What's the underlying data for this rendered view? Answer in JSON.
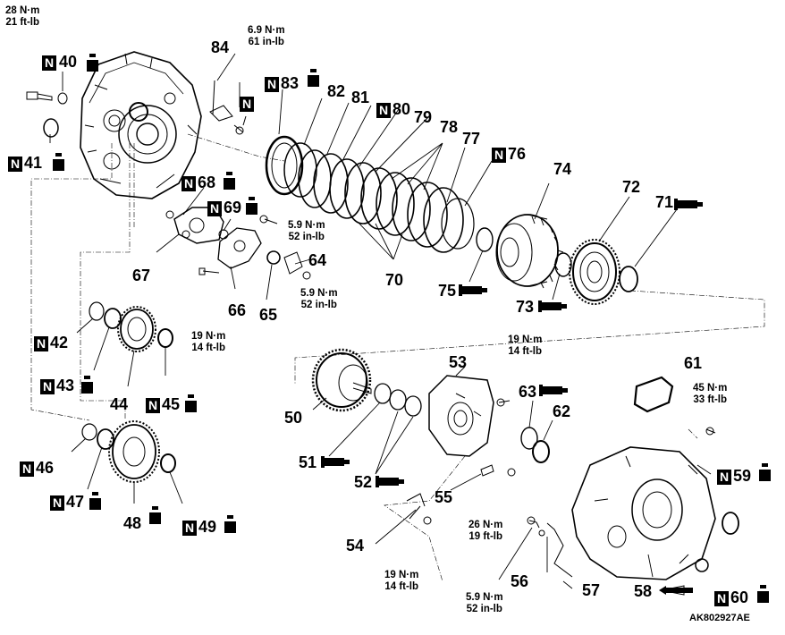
{
  "diagram_code": "AK802927AE",
  "torques": {
    "t40": "28 N·m\n21 ft-lb",
    "t84": "6.9 N·m\n61 in-lb",
    "t69": "5.9 N·m\n52 in-lb",
    "t64": "5.9 N·m\n52 in-lb",
    "t66": "19 N·m\n14 ft-lb",
    "t53": "19 N·m\n14 ft-lb",
    "t61": "45 N·m\n33 ft-lb",
    "t55": "26 N·m\n19 ft-lb",
    "t54": "19 N·m\n14 ft-lb",
    "t56": "5.9 N·m\n52 in-lb"
  },
  "parts": {
    "p40": "40",
    "p41": "41",
    "p42": "42",
    "p43": "43",
    "p44": "44",
    "p45": "45",
    "p46": "46",
    "p47": "47",
    "p48": "48",
    "p49": "49",
    "p50": "50",
    "p51": "51",
    "p52": "52",
    "p53": "53",
    "p54": "54",
    "p55": "55",
    "p56": "56",
    "p57": "57",
    "p58": "58",
    "p59": "59",
    "p60": "60",
    "p61": "61",
    "p62": "62",
    "p63": "63",
    "p64": "64",
    "p65": "65",
    "p66": "66",
    "p67": "67",
    "p68": "68",
    "p69": "69",
    "p70": "70",
    "p71": "71",
    "p72": "72",
    "p73": "73",
    "p74": "74",
    "p75": "75",
    "p76": "76",
    "p77": "77",
    "p78": "78",
    "p79": "79",
    "p80": "80",
    "p81": "81",
    "p82": "82",
    "p83": "83",
    "p84": "84"
  },
  "icons": {
    "new_part": "N",
    "grease": "grease-tube-icon",
    "sealant": "sealant-bottle-icon"
  },
  "colors": {
    "ink": "#000000",
    "paper": "#ffffff"
  }
}
